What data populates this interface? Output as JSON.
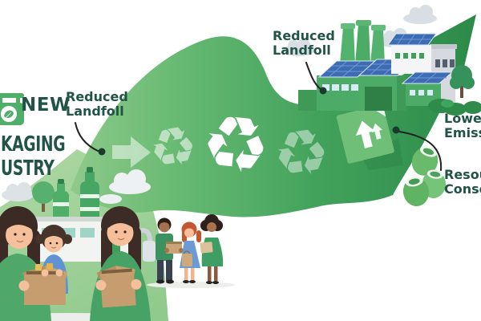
{
  "illustration": {
    "badge": {
      "label": "NEW"
    },
    "title": {
      "line1": "KAGING",
      "line2": "USTRY"
    },
    "callouts": {
      "landfill_left": {
        "line1": "Reduced",
        "line2": "Landfoll"
      },
      "landfill_right": {
        "line1": "Reduced",
        "line2": "Landfoll"
      },
      "emissions": {
        "line1": "Lowe",
        "line2": "Emiss"
      },
      "conservation": {
        "line1": "Resou",
        "line2": "Conse"
      }
    },
    "icons": {
      "recycle": "♻",
      "flow_arrow": "right-chevron",
      "growth_arrow": "up-right-arrow",
      "package": "package-with-up-arrows",
      "leaf_badge": "leaf-in-circle-bin"
    },
    "colors": {
      "ribbon_light": "#a9d49b",
      "ribbon_mid": "#58b169",
      "ribbon_dark": "#2c8a49",
      "wedge_light": "#b9dcab",
      "text_green": "#215446",
      "solar_blue": "#3c6cb4",
      "annotation_line": "#222222",
      "cloud_gray": "#dde2e7",
      "box_brown": "#c59d6f",
      "skin": "#f5bf9b",
      "hair_brown": "#3b2b24"
    }
  }
}
